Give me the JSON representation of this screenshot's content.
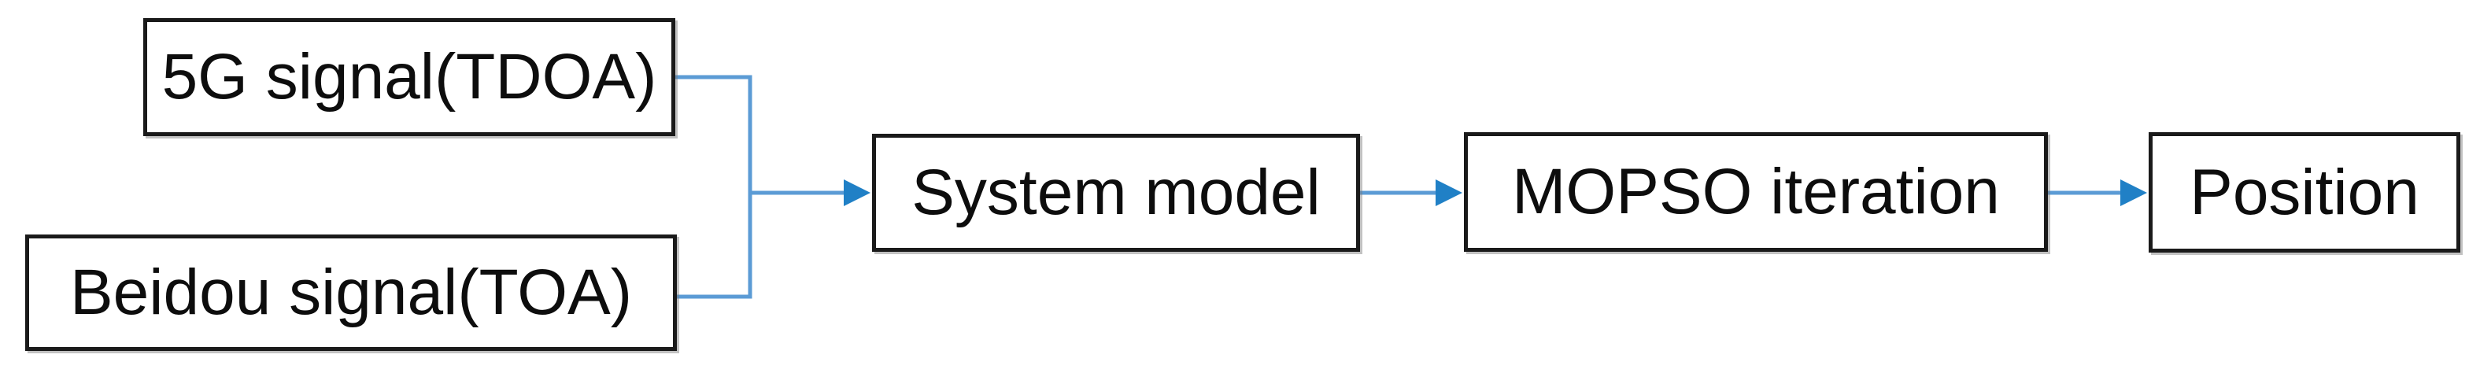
{
  "diagram": {
    "type": "flowchart",
    "colors": {
      "background": "#ffffff",
      "box_border": "#1a1a1a",
      "connector": "#5b9bd5",
      "arrowhead": "#2080c6"
    },
    "nodes": [
      {
        "id": "5g-signal",
        "label": "5G signal(TDOA)"
      },
      {
        "id": "beidou-signal",
        "label": "Beidou signal(TOA)"
      },
      {
        "id": "system-model",
        "label": "System model"
      },
      {
        "id": "mopso-iteration",
        "label": "MOPSO iteration"
      },
      {
        "id": "position",
        "label": "Position"
      }
    ],
    "edges": [
      {
        "from": "5g-signal",
        "to": "system-model",
        "style": "elbow-merge"
      },
      {
        "from": "beidou-signal",
        "to": "system-model",
        "style": "elbow-merge"
      },
      {
        "from": "system-model",
        "to": "mopso-iteration",
        "style": "straight-arrow"
      },
      {
        "from": "mopso-iteration",
        "to": "position",
        "style": "straight-arrow"
      }
    ]
  }
}
